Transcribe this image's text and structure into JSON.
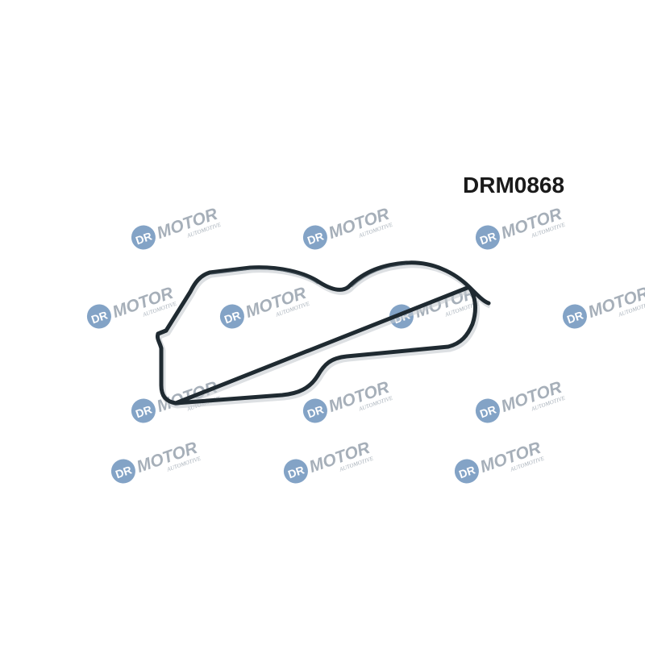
{
  "product": {
    "part_number": "DRM0868",
    "item": "gasket"
  },
  "watermark": {
    "brand": "DR.MOTOR",
    "brand_word": "MOTOR",
    "badge_text": "DR",
    "subtitle": "AUTOMOTIVE",
    "badge_color": "#6e93bd",
    "text_color": "#97a2ad"
  },
  "colors": {
    "background": "#ffffff",
    "gasket": "#1f2a31",
    "gasket_highlight": "#52616b"
  }
}
